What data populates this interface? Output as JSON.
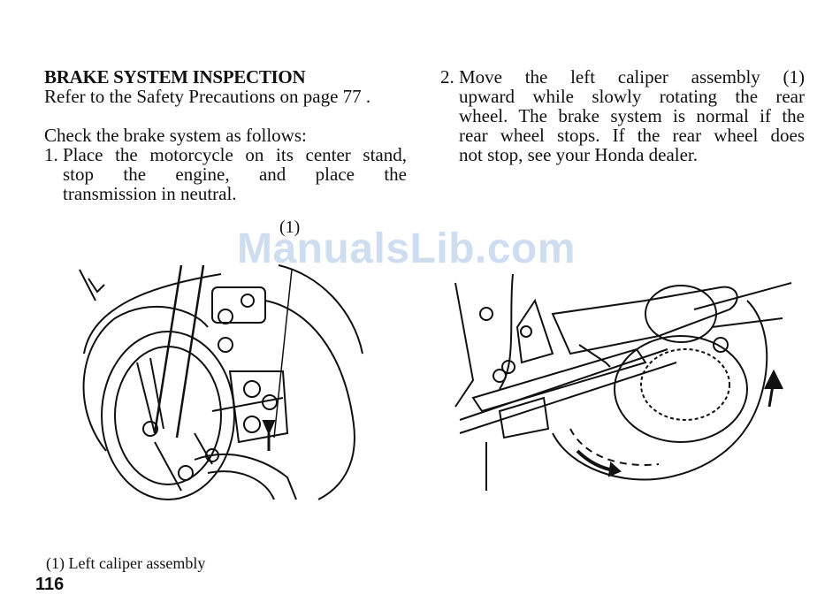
{
  "section": {
    "title": "BRAKE SYSTEM INSPECTION",
    "intro": "Refer to the Safety Precautions on page 77 .",
    "lead": "Check the brake system as follows:"
  },
  "steps": [
    {
      "number": "1.",
      "lines": [
        "Place the motorcycle on its center stand,",
        "stop the engine, and place the"
      ],
      "last_line": "transmission in neutral."
    },
    {
      "number": "2.",
      "lines": [
        "Move the left caliper assembly (1)",
        "upward while slowly rotating the rear",
        "wheel. The brake system is normal if the",
        "rear wheel stops. If the rear wheel does"
      ],
      "last_line": "not stop, see your Honda dealer."
    }
  ],
  "figure": {
    "callout_label": "(1)",
    "caption": "(1)  Left caliper assembly"
  },
  "watermark": "ManualsLib.com",
  "page_number": "116",
  "icons": [
    "front-caliper-illustration",
    "rear-wheel-illustration",
    "arrow-up-icon",
    "rotation-arrow-icon"
  ]
}
